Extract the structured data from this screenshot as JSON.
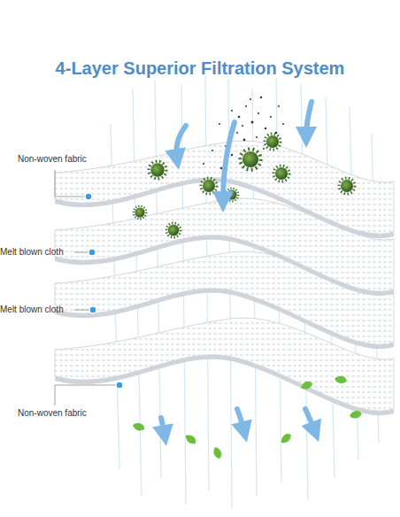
{
  "diagram": {
    "title": "4-Layer Superior Filtration System",
    "labels": [
      "Non-woven fabric",
      "Melt blown cloth",
      "Melt blown cloth",
      "Non-woven fabric"
    ]
  }
}
